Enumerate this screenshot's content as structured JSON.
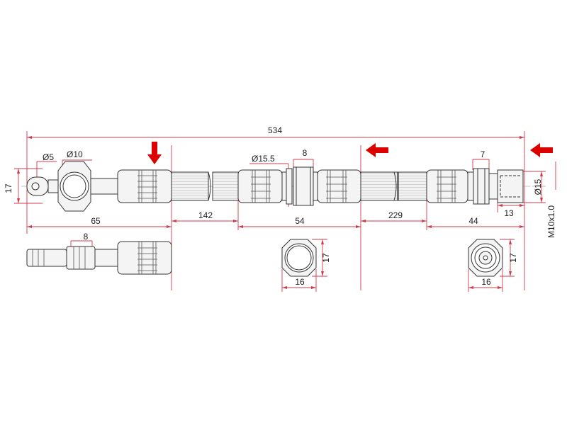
{
  "dimensions": {
    "overall_length": "534",
    "eye_height": "17",
    "eye_hole_diameter": "Ø5",
    "eye_boss_diameter": "Ø10",
    "left_fitting_length": "65",
    "left_fitting_step": "8",
    "hose_section_1": "142",
    "mid_ring_diameter": "Ø15.5",
    "mid_ring_width": "8",
    "mid_section": "54",
    "hose_section_2": "229",
    "right_section": "44",
    "right_ring_width": "7",
    "nut_length": "13",
    "nut_diameter": "Ø15",
    "thread": "M10x1.0",
    "mid_nut_across_flats": "17",
    "mid_nut_width": "16",
    "right_nut_across_flats": "17",
    "right_nut_width": "16"
  },
  "colors": {
    "outline": "#333333",
    "dimension": "#d0384a",
    "arrow": "#dd0000",
    "fill": "#eeeeee"
  }
}
